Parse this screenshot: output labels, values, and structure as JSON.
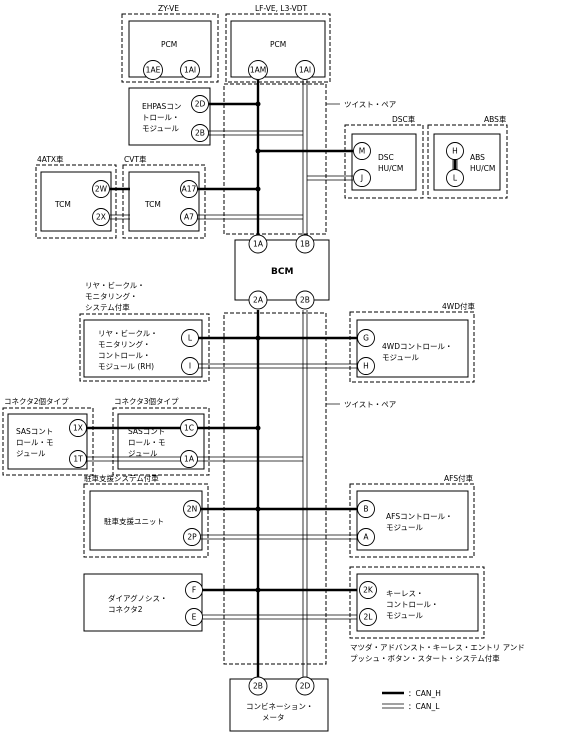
{
  "labels": {
    "zyve": "ZY-VE",
    "lfve": "LF-VE, L3-VDT",
    "pcm1": "PCM",
    "pcm2": "PCM",
    "ehpas1": "EHPASコン",
    "ehpas2": "トロール・",
    "ehpas3": "モジュール",
    "twist1": "ツイスト・ペア",
    "twist2": "ツイスト・ペア",
    "dsc_opt": "DSC車",
    "abs_opt": "ABS車",
    "dsc1": "DSC",
    "dsc2": "HU/CM",
    "abs1": "ABS",
    "abs2": "HU/CM",
    "atx_opt": "4ATX車",
    "cvt_opt": "CVT車",
    "tcm1": "TCM",
    "tcm2": "TCM",
    "bcm": "BCM",
    "rvm_opt1": "リヤ・ビークル・",
    "rvm_opt2": "モニタリング・",
    "rvm_opt3": "システム付車",
    "rvm1": "リヤ・ビークル・",
    "rvm2": "モニタリング・",
    "rvm3": "コントロール・",
    "rvm4": "モジュール (RH)",
    "wd_opt": "4WD付車",
    "wd1": "4WDコントロール・",
    "wd2": "モジュール",
    "sas2_opt": "コネクタ2個タイプ",
    "sas3_opt": "コネクタ3個タイプ",
    "sas_a1": "SASコント",
    "sas_a2": "ロール・モ",
    "sas_a3": "ジュール",
    "sas_b1": "SASコント",
    "sas_b2": "ロール・モ",
    "sas_b3": "ジュール",
    "park_opt": "駐車支援システム付車",
    "park": "駐車支援ユニット",
    "afs_opt": "AFS付車",
    "afs1": "AFSコントロール・",
    "afs2": "モジュール",
    "diag1": "ダイアグノシス・",
    "diag2": "コネクタ2",
    "keyless1": "キーレス・",
    "keyless2": "コントロール・",
    "keyless3": "モジュール",
    "mazda1": "マツダ・アドバンスト・キーレス・エントリ アンド",
    "mazda2": "プッシュ・ボタン・スタート・システム付車",
    "combi1": "コンビネーション・",
    "combi2": "メータ",
    "legend_h": "：CAN_H",
    "legend_l": "：CAN_L"
  },
  "pins": {
    "p1AE": "1AE",
    "p1AI_zy": "1AI",
    "p1AM": "1AM",
    "p1AI": "1AI",
    "p2D": "2D",
    "p2B": "2B",
    "pM": "M",
    "pJ": "J",
    "pH_abs": "H",
    "pL_abs": "L",
    "p2W": "2W",
    "p2X": "2X",
    "pA17": "A17",
    "pA7": "A7",
    "p1A": "1A",
    "p1B": "1B",
    "p2A": "2A",
    "p2B_bcm": "2B",
    "pL_rvm": "L",
    "pI_rvm": "I",
    "pG": "G",
    "pH_wd": "H",
    "p1X": "1X",
    "p1T": "1T",
    "p1C": "1C",
    "p1A_sas": "1A",
    "p2N": "2N",
    "p2P": "2P",
    "pB": "B",
    "pA": "A",
    "pF": "F",
    "pE": "E",
    "p2K": "2K",
    "p2L": "2L",
    "p2B_cm": "2B",
    "p2D_cm": "2D"
  }
}
